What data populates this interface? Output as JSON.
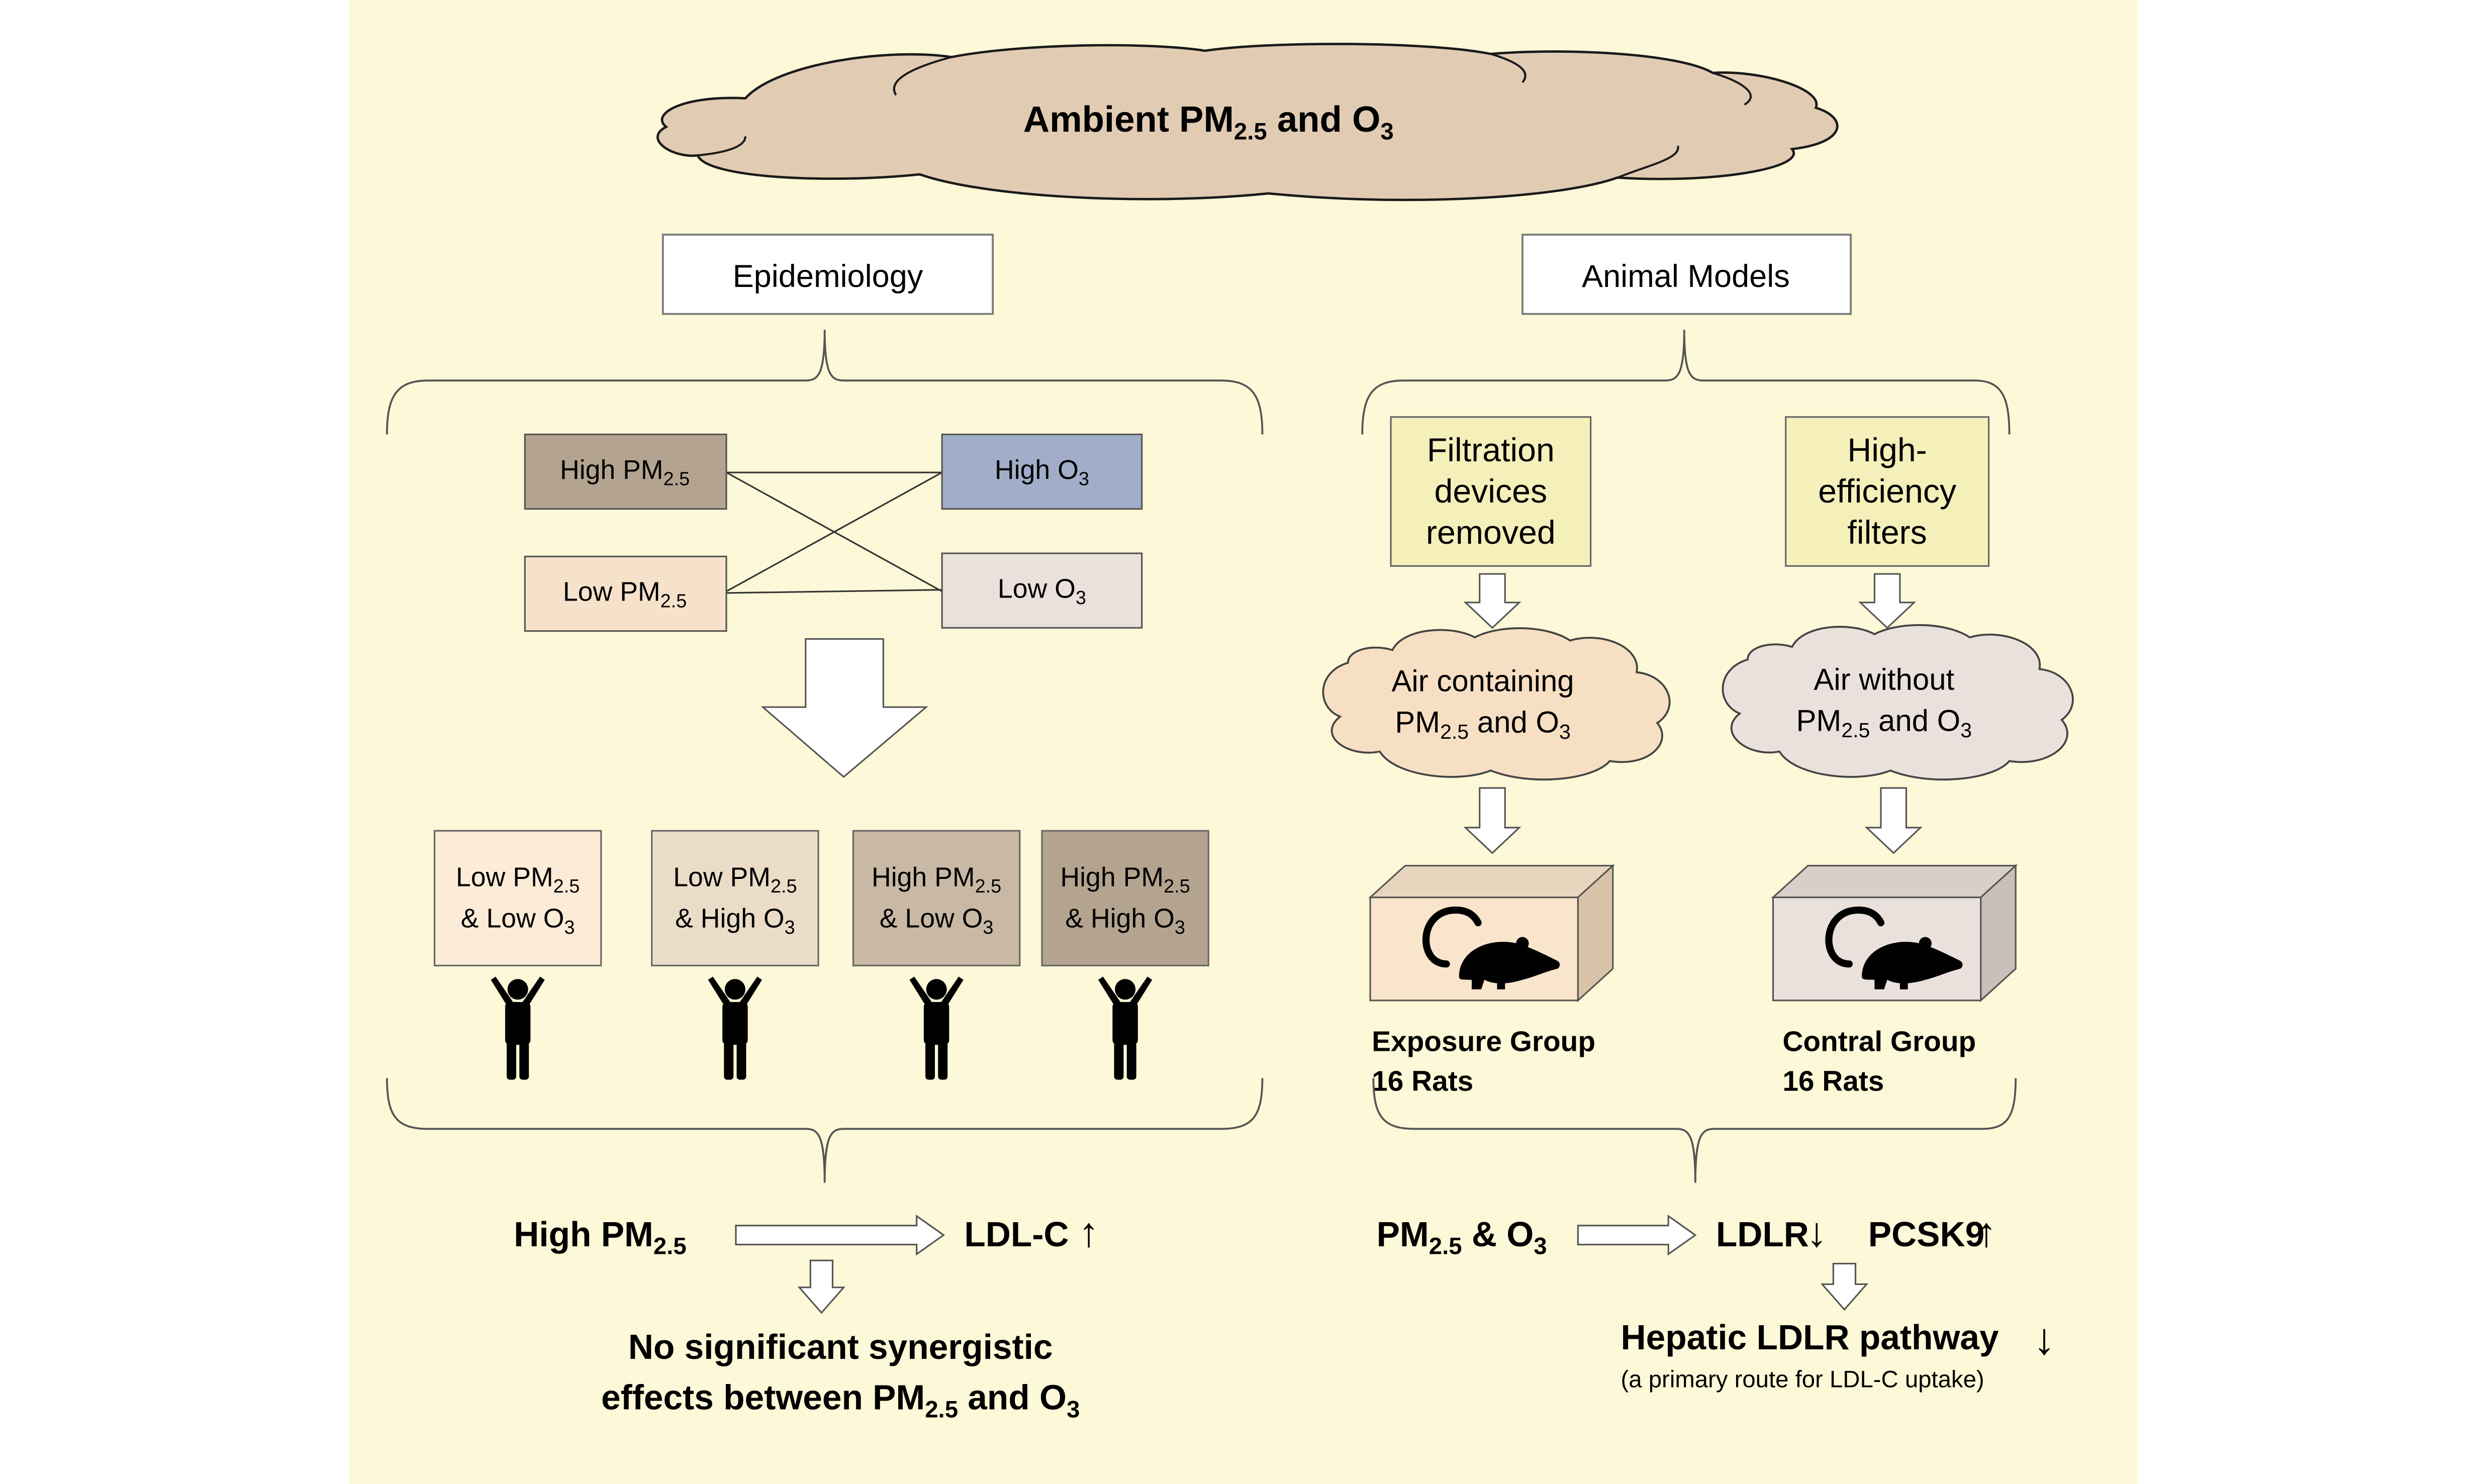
{
  "colors": {
    "background": "#fdf8d7",
    "cloud_fill": "#e1ccb3",
    "box_high_pm": "#b4a48f",
    "box_high_o3": "#a2aec9",
    "box_low_pm": "#f6e2cb",
    "box_low_o3": "#ebe1dc",
    "box_filter": "#f5efba",
    "group_1": "#fcecd7",
    "group_2": "#ebdcc8",
    "group_3": "#c9b9a4",
    "group_4": "#b4a48f",
    "cloud_air_with": "#f7dfc4",
    "cloud_air_without": "#ebe1dc",
    "cage_exposure": "#f9e4cc",
    "cage_control": "#ebe1dc"
  },
  "title": {
    "main": "Ambient PM",
    "sub1": "2.5",
    "mid": " and O",
    "sub2": "3"
  },
  "headers": {
    "epidemiology": "Epidemiology",
    "animal_models": "Animal Models"
  },
  "epi_boxes": {
    "high_pm": {
      "main": "High PM",
      "sub": "2.5"
    },
    "high_o3": {
      "main": "High O",
      "sub": "3"
    },
    "low_pm": {
      "main": "Low PM",
      "sub": "2.5"
    },
    "low_o3": {
      "main": "Low O",
      "sub": "3"
    }
  },
  "groups": [
    {
      "l1": "Low PM",
      "l1s": "2.5",
      "l2": "& Low O",
      "l2s": "3",
      "icon": "person-icon"
    },
    {
      "l1": "Low PM",
      "l1s": "2.5",
      "l2": "& High O",
      "l2s": "3",
      "icon": "person-icon"
    },
    {
      "l1": "High PM",
      "l1s": "2.5",
      "l2": "& Low O",
      "l2s": "3",
      "icon": "person-icon"
    },
    {
      "l1": "High PM",
      "l1s": "2.5",
      "l2": "& High O",
      "l2s": "3",
      "icon": "person-icon"
    }
  ],
  "animal": {
    "filtration": [
      "Filtration",
      "devices",
      "removed"
    ],
    "hefilters": [
      "High-",
      "efficiency",
      "filters"
    ],
    "air_with": {
      "l1": "Air containing",
      "l2a": "PM",
      "l2s": "2.5",
      "l2b": " and O",
      "l2s2": "3"
    },
    "air_without": {
      "l1": "Air without",
      "l2a": "PM",
      "l2s": "2.5",
      "l2b": " and O",
      "l2s2": "3"
    },
    "exposure_group": {
      "name": "Exposure Group",
      "count": "16 Rats",
      "icon": "rat-icon"
    },
    "control_group": {
      "name": "Contral Group",
      "count": "16 Rats",
      "icon": "rat-icon"
    }
  },
  "results": {
    "epi": {
      "cause": "High PM",
      "cause_sub": "2.5",
      "effect": "LDL-C",
      "arrow": "↑",
      "conclusion_l1": "No significant synergistic",
      "conclusion_l2a": "effects between PM",
      "conclusion_l2s": "2.5",
      "conclusion_l2b": " and O",
      "conclusion_l2s2": "3"
    },
    "animal": {
      "cause_a": "PM",
      "cause_s": "2.5",
      "cause_b": " & O",
      "cause_s2": "3",
      "ldlr": "LDLR",
      "ldlr_arrow": "↓",
      "pcsk9": "PCSK9",
      "pcsk9_arrow": "↑",
      "pathway": "Hepatic LDLR pathway",
      "pathway_arrow": "↓",
      "note": "(a primary route for LDL-C uptake)"
    }
  }
}
